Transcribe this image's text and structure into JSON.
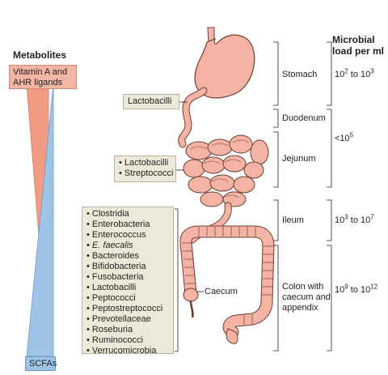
{
  "metabolites": {
    "title": "Metabolites",
    "top_box": "Vitamin A and AHR ligands",
    "bottom_box": "SCFAs",
    "top_color": "#f28e75",
    "bottom_color": "#8fb8e0"
  },
  "bacteria_boxes": {
    "stomach": [
      "Lactobacilli"
    ],
    "small_intestine": [
      "Lactobacilli",
      "Streptococci"
    ],
    "colon": [
      "Clostridia",
      "Enterobacteria",
      "Enterococcus",
      "E. faecalis",
      "Bacteroides",
      "Bifidobacteria",
      "Fusobacteria",
      "Lactobacilli",
      "Peptococci",
      "Peptostreptococci",
      "Prevotellaceae",
      "Roseburia",
      "Ruminococci",
      "Verrucomicrobia"
    ]
  },
  "organ_labels": {
    "caecum": "Caecum"
  },
  "regions": {
    "stomach": "Stomach",
    "duodenum": "Duodenum",
    "jejunum": "Jejunum",
    "ileum": "Ileum",
    "colon_line1": "Colon with",
    "colon_line2": "caecum and",
    "colon_line3": "appendix"
  },
  "microbial_load": {
    "title_line1": "Microbial",
    "title_line2": "load per ml",
    "stomach": {
      "base1": "10",
      "exp1": "2",
      "mid": " to ",
      "base2": "10",
      "exp2": "3"
    },
    "small_upper": {
      "prefix": "<10",
      "exp": "5"
    },
    "ileum": {
      "base1": "10",
      "exp1": "3",
      "mid": " to ",
      "base2": "10",
      "exp2": "7"
    },
    "colon": {
      "base1": "10",
      "exp1": "9",
      "mid": " to ",
      "base2": "10",
      "exp2": "12"
    }
  }
}
